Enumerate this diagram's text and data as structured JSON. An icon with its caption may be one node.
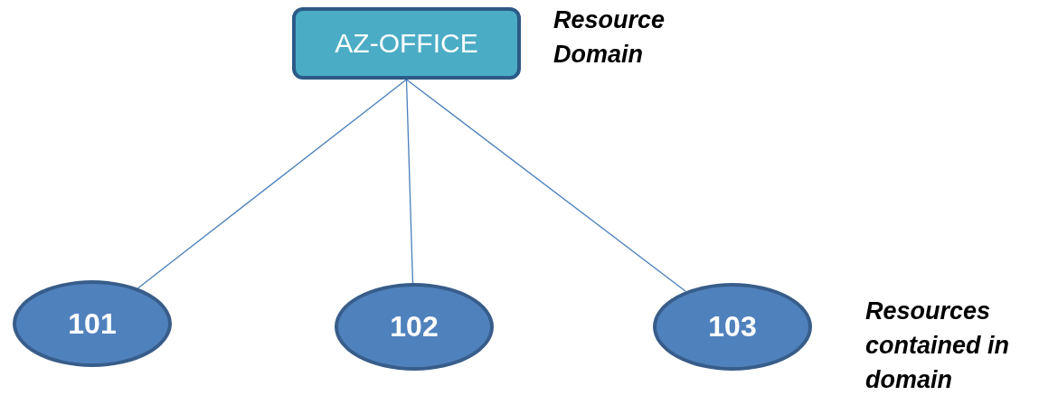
{
  "diagram": {
    "nodes": [
      {
        "text": [
          "AZ-OFFICE"
        ],
        "beside": [
          "Resource Domain"
        ]
      },
      {
        "text": [
          "101"
        ]
      },
      {
        "text": [
          "102"
        ]
      },
      {
        "text": [
          "103"
        ]
      }
    ],
    "edges": [
      {
        "from": 0,
        "to": 1,
        "arrow": "none"
      },
      {
        "from": 0,
        "to": 2,
        "arrow": "none"
      },
      {
        "from": 0,
        "to": 3,
        "arrow": "none"
      }
    ],
    "labels": [
      "Resources contained in domain"
    ]
  }
}
